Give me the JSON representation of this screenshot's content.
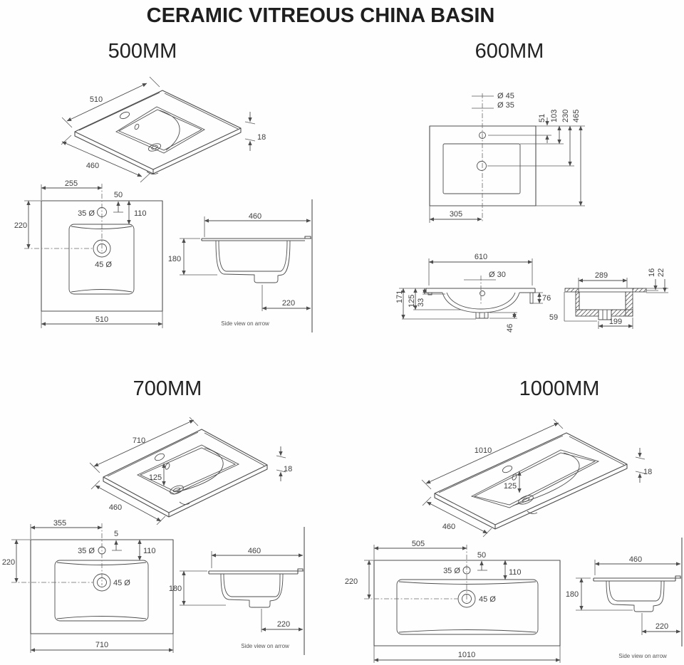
{
  "title": "CERAMIC VITREOUS CHINA BASIN",
  "colors": {
    "line": "#4e4e4e",
    "text": "#3f3f3f",
    "title": "#1f1f1f",
    "background": "#fefefe"
  },
  "sections": {
    "s500": {
      "heading": "500MM",
      "iso": {
        "width": "510",
        "depth": "460",
        "thickness": "18"
      },
      "plan": {
        "tap_from_left": "255",
        "tap_inset": "50",
        "tap_hole": "35 Ø",
        "rim_inset": "110",
        "drain_from_back": "220",
        "drain_hole": "45 Ø",
        "width": "510"
      },
      "side": {
        "depth": "460",
        "height": "180",
        "drain_to_wall": "220",
        "caption": "Side view on arrow"
      }
    },
    "s600": {
      "heading": "600MM",
      "plan": {
        "drain_dia": "Ø 45",
        "tap_dia": "Ø 35",
        "tap_from_back": "51",
        "rim_from_back": "103",
        "drain_from_back": "230",
        "depth": "465",
        "tap_from_left": "305"
      },
      "front": {
        "width": "610",
        "overflow_dia": "Ø 30",
        "height_overall": "171",
        "bowl_depth": "125",
        "rim_drop": "33",
        "clip_drop": "76",
        "waste_drop": "46",
        "stub_drop": "59"
      },
      "side": {
        "bowl_width": "289",
        "top_thickness": "16",
        "edge_thickness": "22",
        "base_width": "199"
      }
    },
    "s700": {
      "heading": "700MM",
      "iso": {
        "width": "710",
        "overflow_drop": "125",
        "depth": "460",
        "thickness": "18"
      },
      "plan": {
        "tap_from_left": "355",
        "tap_inset": "5",
        "tap_hole": "35 Ø",
        "rim_inset": "110",
        "drain_from_back": "220",
        "drain_hole": "45 Ø",
        "width": "710"
      },
      "side": {
        "depth": "460",
        "height": "180",
        "drain_to_wall": "220",
        "caption": "Side view on arrow"
      }
    },
    "s1000": {
      "heading": "1000MM",
      "iso": {
        "width": "1010",
        "overflow_drop": "125",
        "depth": "460",
        "thickness": "18"
      },
      "plan": {
        "tap_from_left": "505",
        "tap_inset": "50",
        "tap_hole": "35 Ø",
        "rim_inset": "110",
        "drain_from_back": "220",
        "drain_hole": "45 Ø",
        "width": "1010"
      },
      "side": {
        "depth": "460",
        "height": "180",
        "drain_to_wall": "220",
        "caption": "Side view on arrow"
      }
    }
  }
}
